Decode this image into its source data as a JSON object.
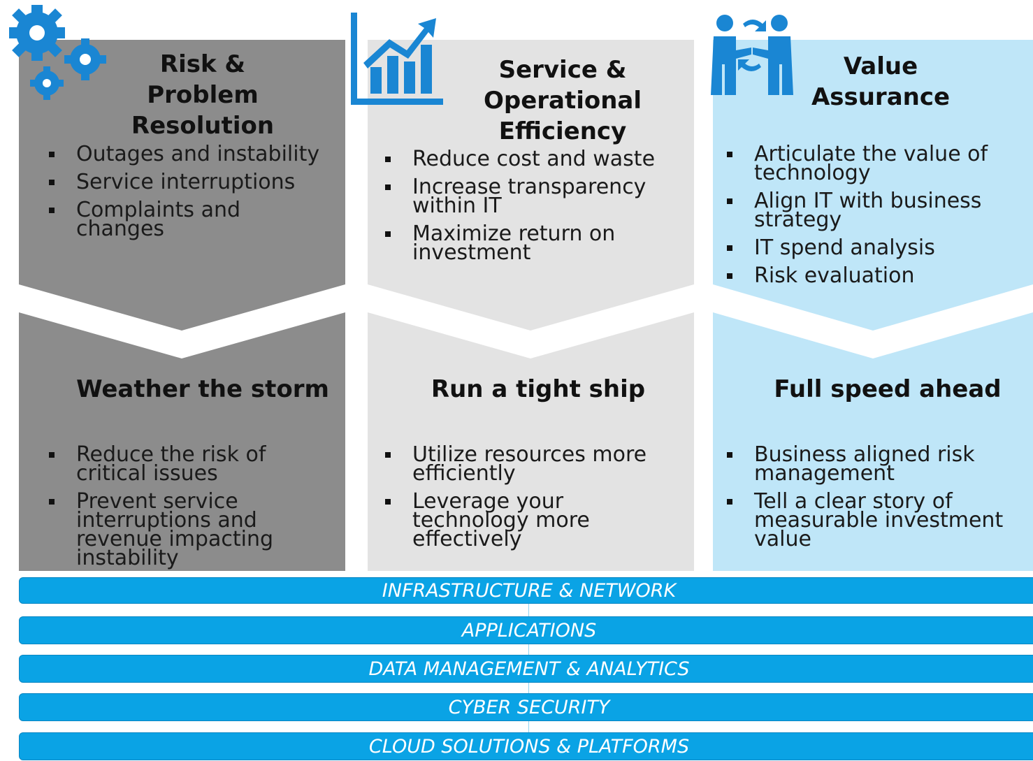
{
  "columns": [
    {
      "title": "Risk & Problem Resolution",
      "bullets": [
        "Outages and instability",
        "Service interruptions",
        "Complaints  and changes"
      ],
      "subtitle": "Weather the storm",
      "sub_bullets": [
        "Reduce the risk of critical issues",
        "Prevent service interruptions and revenue impacting instability"
      ],
      "color": "#8c8c8c",
      "icon": "gears-icon"
    },
    {
      "title": "Service & Operational Efficiency",
      "bullets": [
        "Reduce cost and waste",
        "Increase transparency within IT",
        "Maximize return on investment"
      ],
      "subtitle": "Run a tight ship",
      "sub_bullets": [
        "Utilize resources more efficiently",
        "Leverage your technology more effectively"
      ],
      "color": "#e3e3e3",
      "icon": "growth-chart-icon"
    },
    {
      "title": "Value Assurance",
      "bullets": [
        "Articulate the value of technology",
        "Align IT with business strategy",
        "IT spend analysis",
        "Risk evaluation"
      ],
      "subtitle": "Full speed ahead",
      "sub_bullets": [
        "Business aligned risk management",
        "Tell a clear story of measurable investment value"
      ],
      "color": "#bfe6f8",
      "icon": "people-exchange-icon"
    }
  ],
  "bands": [
    "INFRASTRUCTURE & NETWORK",
    "APPLICATIONS",
    "DATA MANAGEMENT & ANALYTICS",
    "CYBER SECURITY",
    "CLOUD SOLUTIONS & PLATFORMS"
  ],
  "colors": {
    "band": "#0aa3e5",
    "icon": "#1a86d3"
  }
}
